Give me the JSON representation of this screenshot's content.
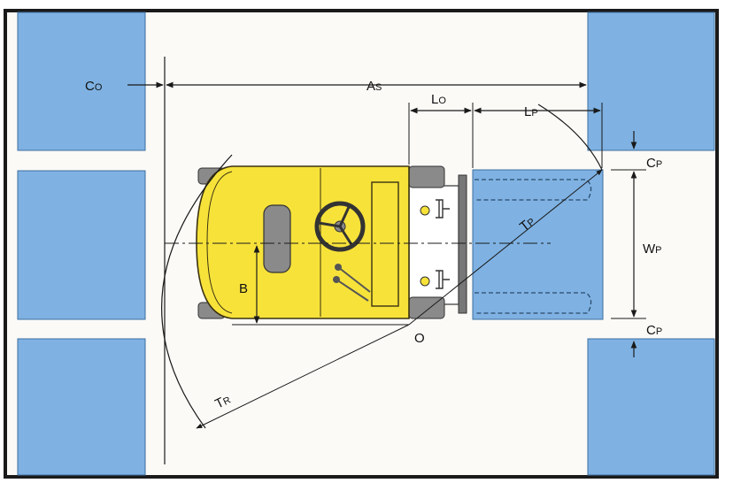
{
  "diagram": {
    "colors": {
      "frame": "#1a1a1a",
      "aisle": "#fbfaf7",
      "storage": "#7fb2e3",
      "storage_edge": "#3e6f9f",
      "truck_body": "#f7e23a",
      "truck_edge": "#3a3210",
      "dimension_line": "#1a1a1a"
    },
    "labels": {
      "co": {
        "main": "C",
        "sub": "O"
      },
      "as": {
        "main": "A",
        "sub": "S"
      },
      "lo": {
        "main": "L",
        "sub": "O"
      },
      "lp": {
        "main": "L",
        "sub": "P"
      },
      "cp_top": {
        "main": "C",
        "sub": "P"
      },
      "wp": {
        "main": "W",
        "sub": "P"
      },
      "cp_bottom": {
        "main": "C",
        "sub": "P"
      },
      "tp": {
        "main": "T",
        "sub": "P"
      },
      "tr": {
        "main": "T",
        "sub": "R"
      },
      "b": "B",
      "o": "O"
    }
  }
}
